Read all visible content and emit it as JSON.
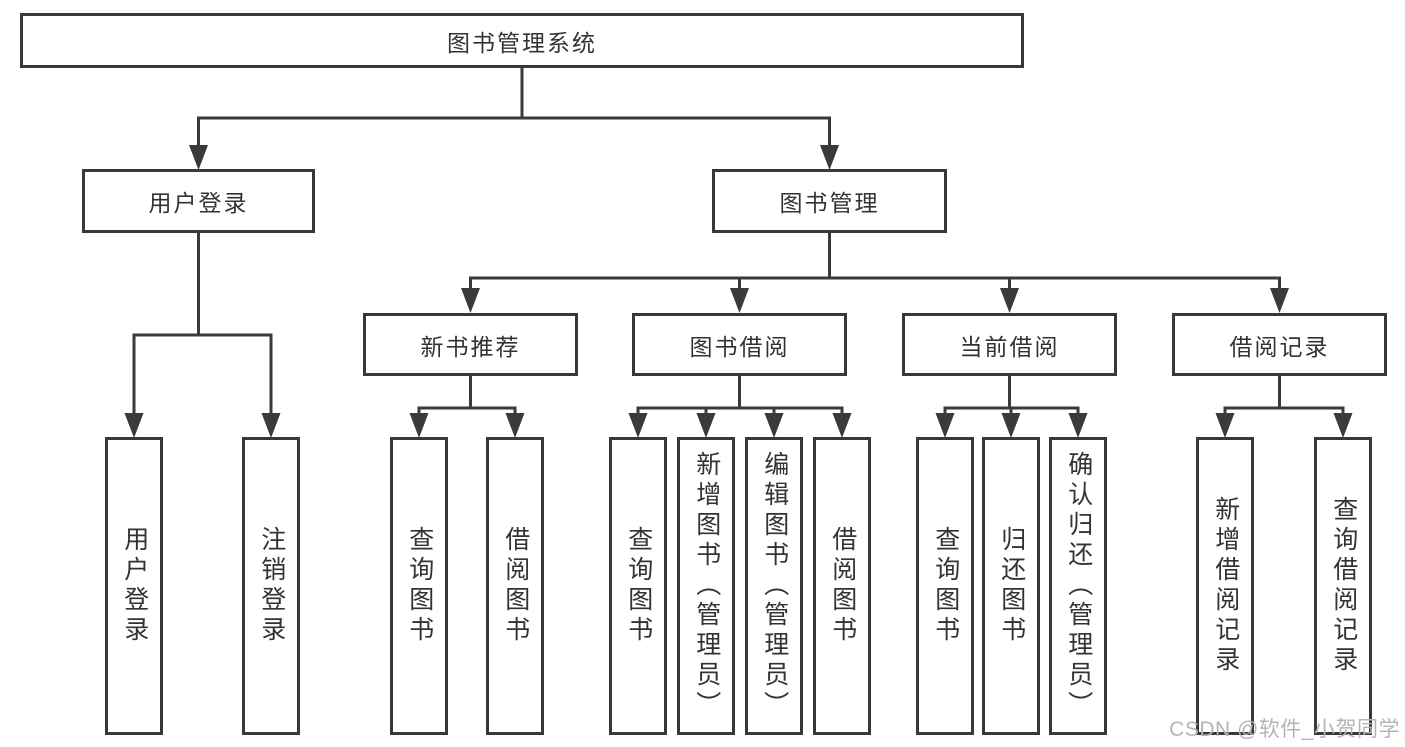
{
  "colors": {
    "line": "#3a3a3a",
    "box_border": "#383838",
    "box_background": "#ffffff",
    "text": "#333333",
    "watermark": "#b4b4b4"
  },
  "diagram": {
    "root": {
      "label": "图书管理系统"
    },
    "user_login": {
      "label": "用户登录",
      "children": [
        {
          "label": "用户登录"
        },
        {
          "label": "注销登录"
        }
      ]
    },
    "book_mgmt": {
      "label": "图书管理",
      "children": [
        {
          "label": "新书推荐",
          "children": [
            {
              "label": "查询图书"
            },
            {
              "label": "借阅图书"
            }
          ]
        },
        {
          "label": "图书借阅",
          "children": [
            {
              "label": "查询图书"
            },
            {
              "label": "新增图书（管理员）"
            },
            {
              "label": "编辑图书（管理员）"
            },
            {
              "label": "借阅图书"
            }
          ]
        },
        {
          "label": "当前借阅",
          "children": [
            {
              "label": "查询图书"
            },
            {
              "label": "归还图书"
            },
            {
              "label": "确认归还（管理员）"
            }
          ]
        },
        {
          "label": "借阅记录",
          "children": [
            {
              "label": "新增借阅记录"
            },
            {
              "label": "查询借阅记录"
            }
          ]
        }
      ]
    }
  },
  "watermark": {
    "text": "CSDN @软件_小贺同学"
  }
}
